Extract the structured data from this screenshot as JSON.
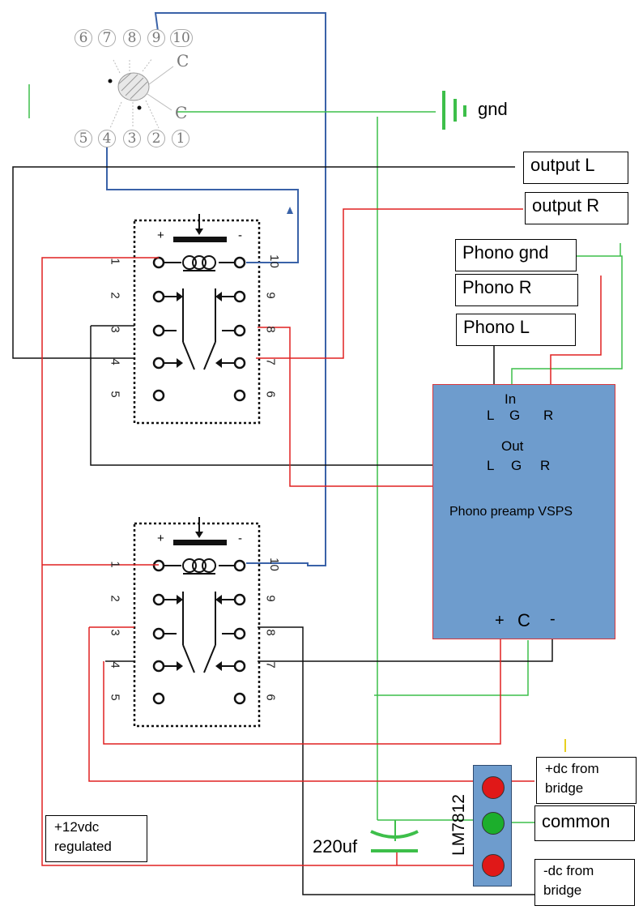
{
  "socket": {
    "top_pins": [
      "6",
      "7",
      "8",
      "9",
      "10"
    ],
    "bottom_pins": [
      "5",
      "4",
      "3",
      "2",
      "1"
    ],
    "c_top": "C",
    "c_bottom": "C"
  },
  "labels": {
    "gnd": "gnd",
    "output_l": "output  L",
    "output_r": "output  R",
    "phono_gnd": "Phono gnd",
    "phono_r": "Phono R",
    "phono_l": "Phono L",
    "plus_dc": "+dc from bridge",
    "common": "common",
    "minus_dc": "-dc from bridge",
    "reg12": "+12vdc regulated",
    "cap": "220uf",
    "regulator": "LM7812"
  },
  "preamp": {
    "in_label": "In",
    "in_pins": [
      "L",
      "G",
      "R"
    ],
    "out_label": "Out",
    "out_pins": [
      "L",
      "G",
      "R"
    ],
    "title": "Phono preamp VSPS",
    "power_plus": "+",
    "power_c": "C",
    "power_minus": "-"
  },
  "relay": {
    "plus": "+",
    "minus": "-",
    "left_pins": [
      "1",
      "2",
      "3",
      "4",
      "5"
    ],
    "right_pins": [
      "10",
      "9",
      "8",
      "7",
      "6"
    ]
  },
  "colors": {
    "blue_wire": "#3a62a8",
    "red_wire": "#e02020",
    "green_wire": "#3dbf4a",
    "black_wire": "#111111",
    "box_fill": "#6e9ccd",
    "pin_red": "#e01818",
    "pin_green": "#1cae2c"
  }
}
